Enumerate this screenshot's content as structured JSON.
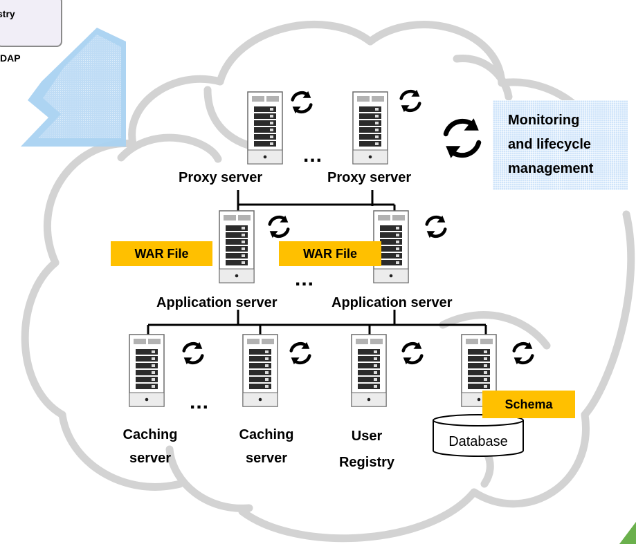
{
  "corner_panel": {
    "label": "stry",
    "sublabel": "DAP"
  },
  "monitoring": {
    "text": "Monitoring\nand lifecycle\nmanagement"
  },
  "tiers": {
    "proxy": [
      "Proxy server",
      "Proxy server"
    ],
    "application": [
      "Application server",
      "Application server"
    ],
    "bottom": [
      "Caching\nserver",
      "Caching\nserver",
      "User\nRegistry"
    ]
  },
  "tags": {
    "war_file": "WAR File",
    "schema": "Schema"
  },
  "database": {
    "label": "Database"
  },
  "ellipsis": "..."
}
